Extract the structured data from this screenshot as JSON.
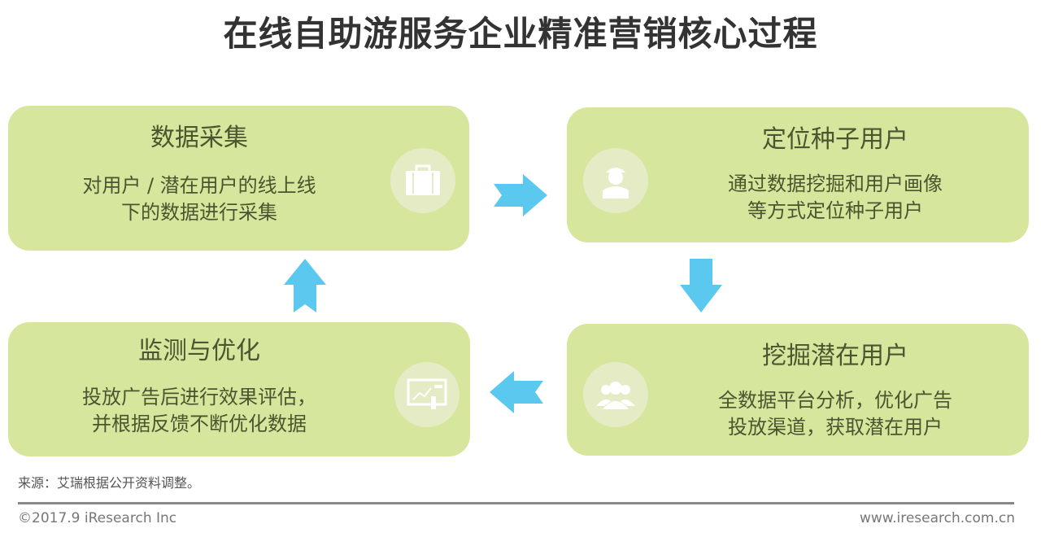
{
  "title": "在线自助游服务企业精准营销核心过程",
  "steps": [
    {
      "heading": "数据采集",
      "desc": [
        "对用户 / 潜在用户的线上线",
        "下的数据进行采集"
      ],
      "icon": "suitcase-icon"
    },
    {
      "heading": "定位种子用户",
      "desc": [
        "通过数据挖掘和用户画像",
        "等方式定位种子用户"
      ],
      "icon": "worker-icon"
    },
    {
      "heading": "挖掘潜在用户",
      "desc": [
        "全数据平台分析，优化广告",
        "投放渠道，获取潜在用户"
      ],
      "icon": "users-icon"
    },
    {
      "heading": "监测与优化",
      "desc": [
        "投放广告后进行效果评估，",
        "并根据反馈不断优化数据"
      ],
      "icon": "chart-touch-icon"
    }
  ],
  "colors": {
    "box": "#d6e69c",
    "arrow": "#5bc8ef"
  },
  "footer": {
    "source": "来源：艾瑞根据公开资料调整。",
    "copyright": "©2017.9 iResearch Inc",
    "url": "www.iresearch.com.cn"
  }
}
